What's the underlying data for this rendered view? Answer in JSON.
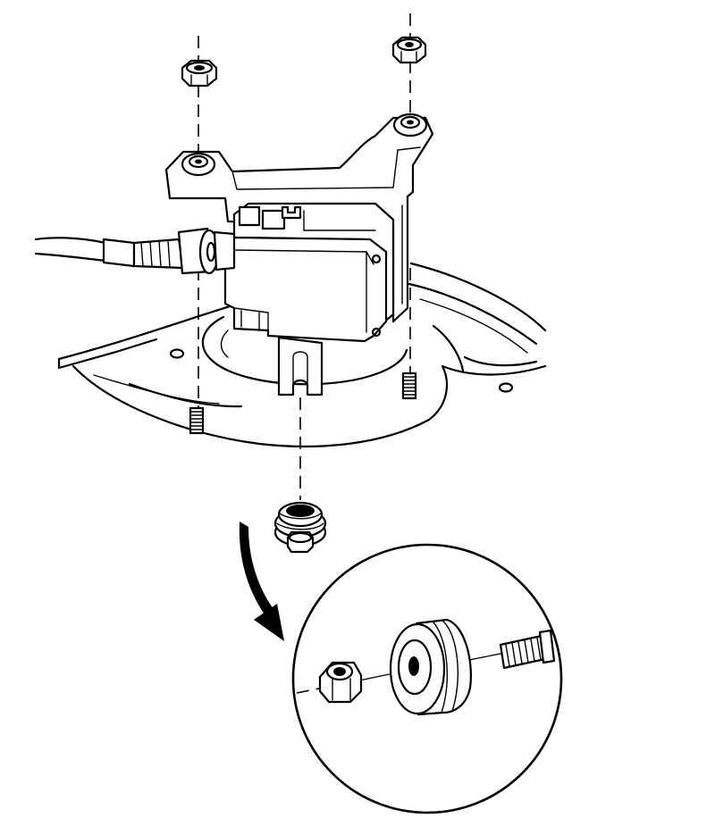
{
  "figure": {
    "parts": [
      "mounting-bracket",
      "electronic-module",
      "wiring-harness",
      "mounting-nut-left",
      "mounting-nut-right",
      "mounting-stud-left",
      "mounting-stud-right",
      "grommet-assembly",
      "detail-view"
    ],
    "line_color": "#000000",
    "background": "#ffffff"
  }
}
